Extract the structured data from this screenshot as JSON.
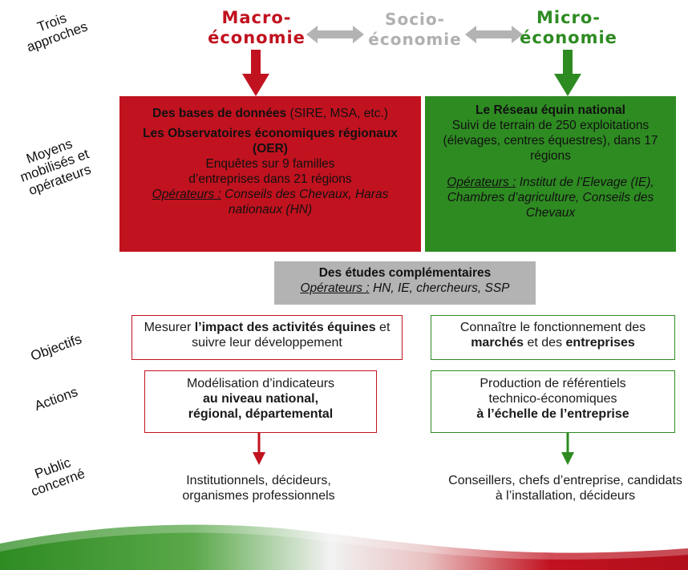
{
  "colors": {
    "red": "#c1121f",
    "green": "#2e8b22",
    "grey": "#b3b3b3",
    "grey_text": "#b0b0b0"
  },
  "labels": {
    "approaches": "Trois approches",
    "means": "Moyens mobilisés et opérateurs",
    "objectives": "Objectifs",
    "actions": "Actions",
    "public": "Public concerné"
  },
  "header": {
    "macro_line1": "Macro-",
    "macro_line2": "économie",
    "socio_line1": "Socio-",
    "socio_line2": "économie",
    "micro_line1": "Micro-",
    "micro_line2": "économie"
  },
  "red_box": {
    "line1_bold": "Des bases de données",
    "line1_rest": " (SIRE, MSA, etc.)",
    "line2_bold": "Les Observatoires  économiques régionaux (OER)",
    "line3": "Enquêtes  sur 9 familles d’entreprises dans 21 régions",
    "operators_label": "Opérateurs :",
    "operators": "  Conseils des Chevaux, Haras nationaux (HN)"
  },
  "green_box": {
    "title": "Le Réseau équin national",
    "line2": "Suivi de terrain de 250 exploitations (élevages, centres équestres), dans 17 régions",
    "operators_label": "Opérateurs :",
    "operators": " Institut de l’Elevage (IE), Chambres d’agriculture, Conseils des Chevaux"
  },
  "grey_box": {
    "title": "Des études complémentaires",
    "operators_label": "Opérateurs :",
    "operators": " HN, IE, chercheurs, SSP"
  },
  "objectives": {
    "left_pre": "Mesurer ",
    "left_bold": "l’impact des activités équines",
    "left_post": " et suivre leur développement",
    "right_pre": "Connaître le fonctionnement des ",
    "right_bold1": "marchés",
    "right_mid": " et des ",
    "right_bold2": "entreprises"
  },
  "actions": {
    "left_line1": "Modélisation d’indicateurs",
    "left_bold": "au niveau national, régional, départemental",
    "right_line1": "Production de référentiels technico-économiques",
    "right_bold": "à l’échelle de l’entreprise"
  },
  "public": {
    "left": "Institutionnels, décideurs, organismes professionnels",
    "right": "Conseillers, chefs d’entreprise, candidats à l’installation, décideurs"
  }
}
